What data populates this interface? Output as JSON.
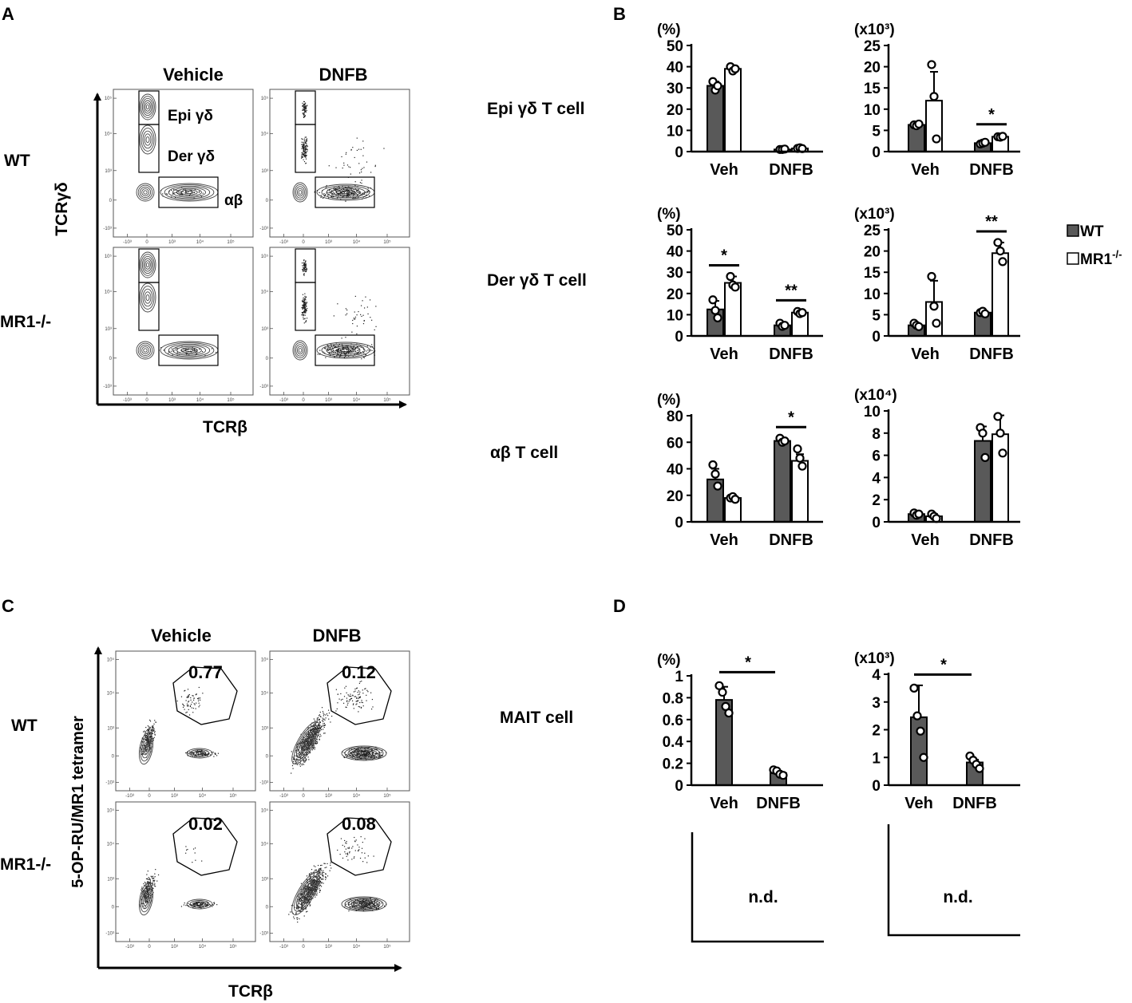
{
  "panel_letters": [
    "A",
    "B",
    "C",
    "D"
  ],
  "conditions": [
    "Vehicle",
    "DNFB"
  ],
  "genotypes": [
    "WT",
    "MR1-/-"
  ],
  "flow_A": {
    "x_axis": "TCRβ",
    "y_axis": "TCRγδ",
    "gate_labels": [
      "Epi γδ",
      "Der γδ",
      "αβ"
    ]
  },
  "flow_C": {
    "x_axis": "TCRβ",
    "y_axis": "5-OP-RU/MR1 tetramer",
    "gate_percent": {
      "WT": [
        "0.77",
        "0.12"
      ],
      "MR1-/-": [
        "0.02",
        "0.08"
      ]
    }
  },
  "flow_ticks": {
    "x": [
      "-10³",
      "0",
      "10³",
      "10⁴",
      "10⁵"
    ],
    "y": [
      "10⁵",
      "10⁴",
      "10³",
      "0",
      "-10³"
    ]
  },
  "row_labels_B": [
    "Epi γδ T cell",
    "Der γδ T cell",
    "αβ T cell"
  ],
  "row_label_D": "MAIT cell",
  "legend": [
    {
      "name": "WT",
      "color": "#595959"
    },
    {
      "name": "MR1-/-",
      "color": "#ffffff"
    }
  ],
  "nd_label": "n.d.",
  "chart_data": [
    {
      "id": "epi-pct",
      "type": "bar",
      "unit": "(%)",
      "categories": [
        "Veh",
        "DNFB"
      ],
      "ylim": [
        0,
        50
      ],
      "ticks": [
        0,
        10,
        20,
        30,
        40,
        50
      ],
      "series": [
        {
          "name": "WT",
          "values": [
            31,
            1
          ]
        },
        {
          "name": "MR1-/-",
          "values": [
            39,
            1.5
          ]
        }
      ],
      "points": [
        [
          [
            33,
            29,
            31
          ],
          [
            1,
            1,
            1.2
          ]
        ],
        [
          [
            40,
            38,
            39
          ],
          [
            1.5,
            1.8,
            1.4
          ]
        ]
      ],
      "errors": [
        [
          2,
          0.3
        ],
        [
          1,
          0.3
        ]
      ],
      "significance": [
        null,
        null
      ]
    },
    {
      "id": "epi-num",
      "type": "bar",
      "unit": "(x10³)",
      "categories": [
        "Veh",
        "DNFB"
      ],
      "ylim": [
        0,
        25
      ],
      "ticks": [
        0,
        5,
        10,
        15,
        20,
        25
      ],
      "series": [
        {
          "name": "WT",
          "values": [
            6.3,
            2
          ]
        },
        {
          "name": "MR1-/-",
          "values": [
            12,
            3.5
          ]
        }
      ],
      "points": [
        [
          [
            6.3,
            6.1,
            6.5
          ],
          [
            1.8,
            2.0,
            2.2
          ]
        ],
        [
          [
            20.5,
            13,
            3
          ],
          [
            3.5,
            3.4,
            3.6
          ]
        ]
      ],
      "errors": [
        [
          0.3,
          0.3
        ],
        [
          6.8,
          0.3
        ]
      ],
      "significance": [
        null,
        "*"
      ]
    },
    {
      "id": "der-pct",
      "type": "bar",
      "unit": "(%)",
      "categories": [
        "Veh",
        "DNFB"
      ],
      "ylim": [
        0,
        50
      ],
      "ticks": [
        0,
        10,
        20,
        30,
        40,
        50
      ],
      "series": [
        {
          "name": "WT",
          "values": [
            12.5,
            5
          ]
        },
        {
          "name": "MR1-/-",
          "values": [
            25,
            11
          ]
        }
      ],
      "points": [
        [
          [
            17,
            12,
            8.5
          ],
          [
            6,
            4.5,
            5
          ]
        ],
        [
          [
            28,
            24,
            23
          ],
          [
            11.5,
            10.5,
            11
          ]
        ]
      ],
      "errors": [
        [
          4,
          1.5
        ],
        [
          3,
          0.5
        ]
      ],
      "significance": [
        "*",
        "**"
      ]
    },
    {
      "id": "der-num",
      "type": "bar",
      "unit": "(x10³)",
      "categories": [
        "Veh",
        "DNFB"
      ],
      "ylim": [
        0,
        25
      ],
      "ticks": [
        0,
        5,
        10,
        15,
        20,
        25
      ],
      "series": [
        {
          "name": "WT",
          "values": [
            2.5,
            5.5
          ]
        },
        {
          "name": "MR1-/-",
          "values": [
            8,
            19.5
          ]
        }
      ],
      "points": [
        [
          [
            3,
            2.5,
            2.2
          ],
          [
            5.5,
            5.8,
            5.2
          ]
        ],
        [
          [
            14,
            7,
            3
          ],
          [
            22,
            20,
            17.5
          ]
        ]
      ],
      "errors": [
        [
          0.5,
          0.5
        ],
        [
          5,
          2.5
        ]
      ],
      "significance": [
        null,
        "**"
      ]
    },
    {
      "id": "ab-pct",
      "type": "bar",
      "unit": "(%)",
      "categories": [
        "Veh",
        "DNFB"
      ],
      "ylim": [
        0,
        80
      ],
      "ticks": [
        0,
        20,
        40,
        60,
        80
      ],
      "series": [
        {
          "name": "WT",
          "values": [
            32,
            61
          ]
        },
        {
          "name": "MR1-/-",
          "values": [
            18,
            46
          ]
        }
      ],
      "points": [
        [
          [
            43,
            36,
            27
          ],
          [
            63,
            60,
            61
          ]
        ],
        [
          [
            18,
            19,
            17
          ],
          [
            55,
            48,
            42
          ]
        ]
      ],
      "errors": [
        [
          8,
          1.5
        ],
        [
          1,
          5
        ]
      ],
      "significance": [
        null,
        "*"
      ]
    },
    {
      "id": "ab-num",
      "type": "bar",
      "unit": "(x10⁴)",
      "categories": [
        "Veh",
        "DNFB"
      ],
      "ylim": [
        0,
        10
      ],
      "ticks": [
        0,
        2,
        4,
        6,
        8,
        10
      ],
      "series": [
        {
          "name": "WT",
          "values": [
            0.7,
            7.3
          ]
        },
        {
          "name": "MR1-/-",
          "values": [
            0.5,
            7.9
          ]
        }
      ],
      "points": [
        [
          [
            0.8,
            0.6,
            0.7
          ],
          [
            8.5,
            8,
            5.8
          ]
        ],
        [
          [
            0.7,
            0.5,
            0.3
          ],
          [
            9.5,
            8,
            6.2
          ]
        ]
      ],
      "errors": [
        [
          0.1,
          1.3
        ],
        [
          0.2,
          1.7
        ]
      ],
      "significance": [
        null,
        null
      ]
    },
    {
      "id": "mait-pct",
      "type": "bar",
      "unit": "(%)",
      "categories": [
        "Veh",
        "DNFB"
      ],
      "ylim": [
        0,
        1
      ],
      "ticks": [
        0,
        0.2,
        0.4,
        0.6,
        0.8,
        1
      ],
      "series": [
        {
          "name": "WT",
          "values": [
            0.78,
            0.11
          ]
        }
      ],
      "points": [
        [
          [
            0.91,
            0.85,
            0.72,
            0.66
          ],
          [
            0.14,
            0.13,
            0.1,
            0.09
          ]
        ]
      ],
      "errors": [
        [
          0.12,
          0.02
        ]
      ],
      "significance_between_categories": "*"
    },
    {
      "id": "mait-num",
      "type": "bar",
      "unit": "(x10³)",
      "categories": [
        "Veh",
        "DNFB"
      ],
      "ylim": [
        0,
        4
      ],
      "ticks": [
        0,
        1,
        2,
        3,
        4
      ],
      "series": [
        {
          "name": "WT",
          "values": [
            2.45,
            0.82
          ]
        }
      ],
      "points": [
        [
          [
            3.5,
            2.5,
            1.95,
            1.0
          ],
          [
            1.05,
            0.9,
            0.75,
            0.6
          ]
        ]
      ],
      "errors": [
        [
          1.15,
          0.1
        ]
      ],
      "significance_between_categories": "*"
    }
  ]
}
